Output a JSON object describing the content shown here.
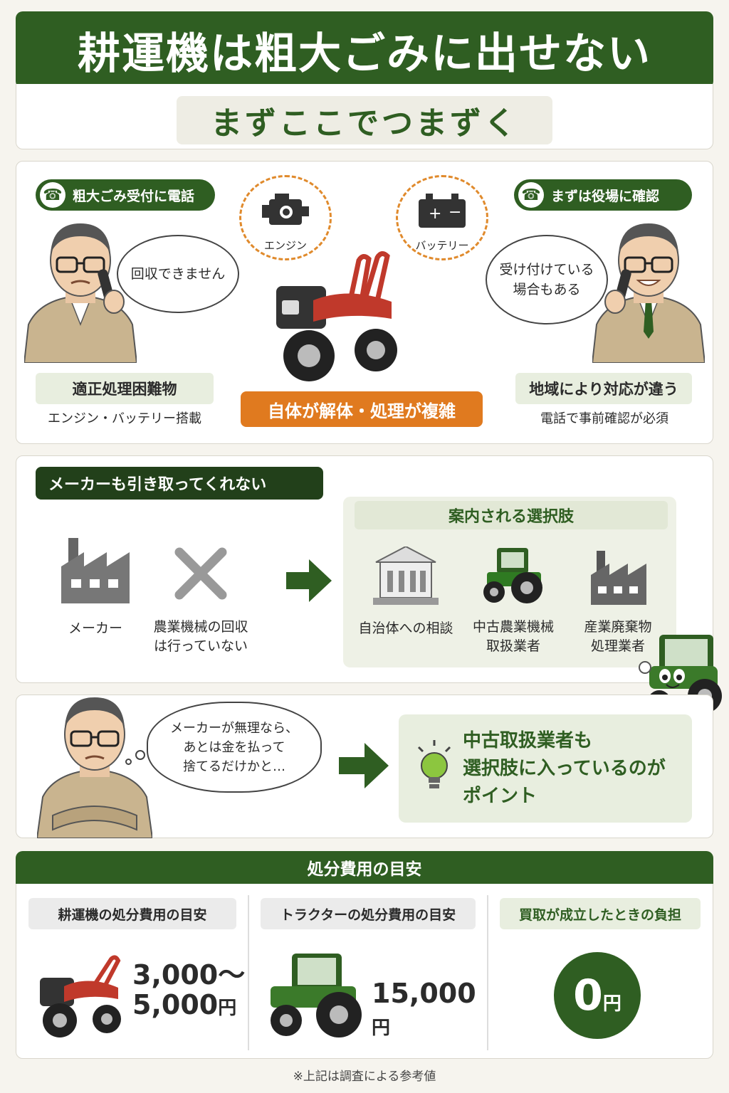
{
  "header": {
    "title": "耕運機は粗大ごみに出せない",
    "subtitle": "まずここでつまずく"
  },
  "section1": {
    "left_tag": "粗大ごみ受付に電話",
    "left_bubble": "回収できません",
    "left_label": "適正処理困難物",
    "left_caption": "エンジン・バッテリー搭載",
    "engine_label": "エンジン",
    "battery_label": "バッテリー",
    "center_banner": "自体が解体・処理が複雑",
    "right_tag": "まずは役場に確認",
    "right_bubble_line1": "受け付けている",
    "right_bubble_line2": "場合もある",
    "right_label": "地域により対応が違う",
    "right_caption": "電話で事前確認が必須"
  },
  "section2": {
    "tag": "メーカーも引き取ってくれない",
    "maker_label": "メーカー",
    "no_collect_line1": "農業機械の回収",
    "no_collect_line2": "は行っていない",
    "options_title": "案内される選択肢",
    "options": [
      {
        "line1": "自治体への相談",
        "line2": ""
      },
      {
        "line1": "中古農業機械",
        "line2": "取扱業者"
      },
      {
        "line1": "産業廃棄物",
        "line2": "処理業者"
      }
    ],
    "thought_line1": "メーカーが無理なら、",
    "thought_line2": "あとは金を払って",
    "thought_line3": "捨てるだけかと…",
    "point_line1": "中古取扱業者も",
    "point_line2": "選択肢に入っているのが",
    "point_line3": "ポイント"
  },
  "section3": {
    "title": "処分費用の目安",
    "cols": [
      {
        "label": "耕運機の処分費用の目安",
        "price_line1": "3,000〜",
        "price_line2": "5,000",
        "unit": "円"
      },
      {
        "label": "トラクターの処分費用の目安",
        "price": "15,000",
        "unit": "円"
      },
      {
        "label": "買取が成立したときの負担",
        "price": "0",
        "unit": "円"
      }
    ],
    "footnote": "※上記は調査による参考値"
  },
  "colors": {
    "green": "#2f5e22",
    "orange": "#e07a1f",
    "light_green": "#e8eedf"
  }
}
